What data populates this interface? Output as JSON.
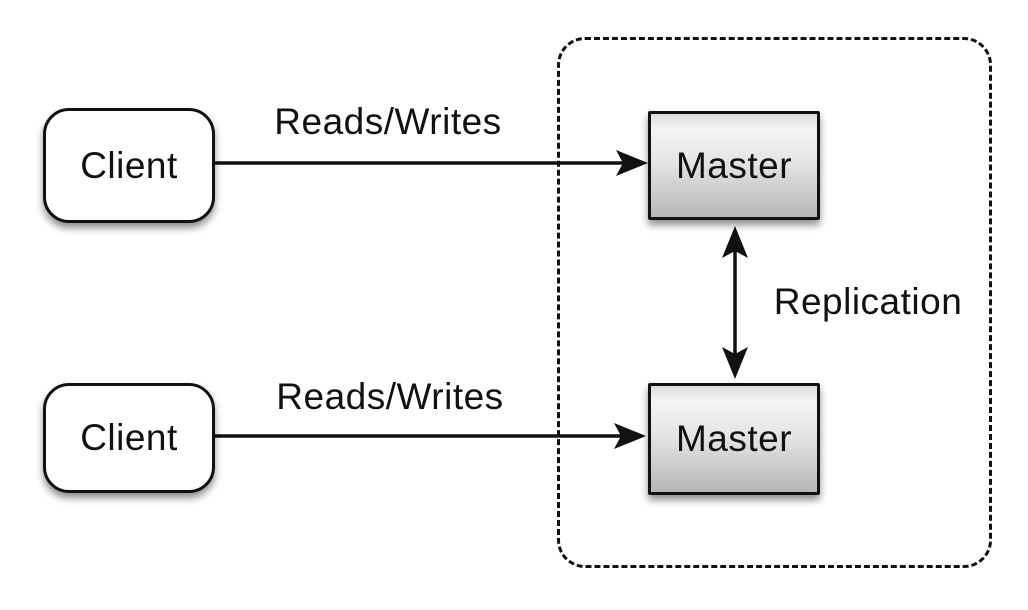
{
  "diagram": {
    "type": "architecture-diagram",
    "nodes": [
      {
        "id": "client-top",
        "label": "Client",
        "shape": "rounded-rect",
        "fill": "#ffffff"
      },
      {
        "id": "client-bottom",
        "label": "Client",
        "shape": "rounded-rect",
        "fill": "#ffffff"
      },
      {
        "id": "master-top",
        "label": "Master",
        "shape": "rect",
        "fill": "gray-gradient"
      },
      {
        "id": "master-bottom",
        "label": "Master",
        "shape": "rect",
        "fill": "gray-gradient"
      }
    ],
    "edges": [
      {
        "from": "client-top",
        "to": "master-top",
        "label": "Reads/Writes",
        "direction": "one-way"
      },
      {
        "from": "client-bottom",
        "to": "master-bottom",
        "label": "Reads/Writes",
        "direction": "one-way"
      },
      {
        "from": "master-top",
        "to": "master-bottom",
        "label": "Replication",
        "direction": "two-way"
      }
    ],
    "boundary": {
      "style": "dashed",
      "encloses": [
        "master-top",
        "master-bottom"
      ]
    },
    "colors": {
      "background": "#ffffff",
      "stroke": "#111111",
      "text": "#111111",
      "client_fill": "#ffffff",
      "master_fill_top": "#f4f4f4",
      "master_fill_bottom": "#b7b7b7"
    }
  }
}
